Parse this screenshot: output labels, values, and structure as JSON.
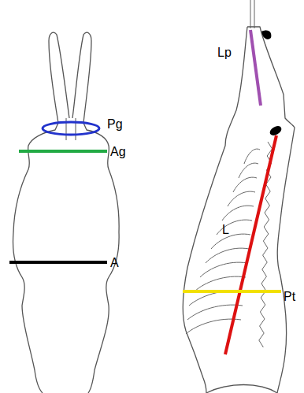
{
  "diagram": {
    "labels": [
      "Pg",
      "Ag",
      "A",
      "Lp",
      "L",
      "Pt"
    ]
  }
}
